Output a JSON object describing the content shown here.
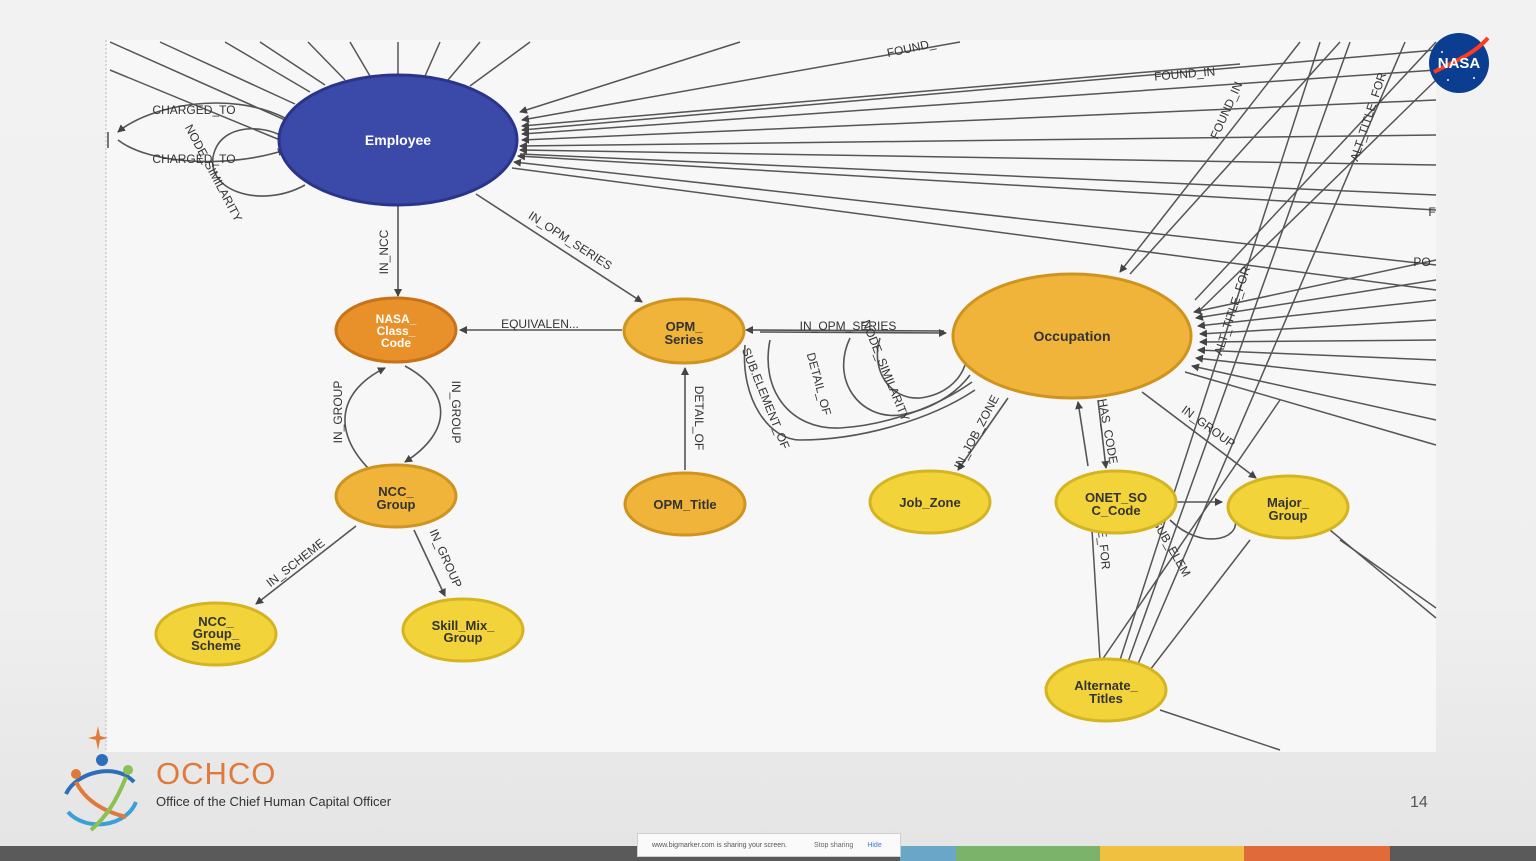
{
  "nodes": {
    "employee": "Employee",
    "nasa_class_code": [
      "NASA_",
      "Class_",
      "Code"
    ],
    "opm_series": [
      "OPM_",
      "Series"
    ],
    "occupation": "Occupation",
    "ncc_group": [
      "NCC_",
      "Group"
    ],
    "opm_title": "OPM_Title",
    "job_zone": "Job_Zone",
    "onet_soc_code": [
      "ONET_SO",
      "C_Code"
    ],
    "major_group": [
      "Major_",
      "Group"
    ],
    "ncc_group_scheme": [
      "NCC_",
      "Group_",
      "Scheme"
    ],
    "skill_mix_group": [
      "Skill_Mix_",
      "Group"
    ],
    "alternate_titles": [
      "Alternate_",
      "Titles"
    ]
  },
  "edges": {
    "charged_to_1": "CHARGED_TO",
    "charged_to_2": "CHARGED_TO",
    "node_similarity_emp": "NODE_SIMILARITY",
    "in_ncc": "IN_NCC",
    "in_opm_series_1": "IN_OPM_SERIES",
    "equivalent": "EQUIVALEN...",
    "in_opm_series_2": "IN_OPM_SERIES",
    "in_group_left": "IN_GROUP",
    "in_group_right": "IN_GROUP",
    "detail_of_title": "DETAIL_OF",
    "sub_element_of": "SUB.ELEMENT_OF",
    "detail_of_loop": "DETAIL_OF",
    "node_similarity_loop": "NODE_SIMILARITY",
    "in_job_zone": "IN_JOB_ZONE",
    "has_code": "HAS_CODE",
    "in_group_major": "IN_GROUP",
    "in_scheme": "IN_SCHEME",
    "in_group_skill": "IN_GROUP",
    "found_in_top": "FOUND_",
    "found_in_1": "FOUND_IN",
    "found_in_2": "FOUND_IN",
    "alt_title_for_1": "ALT_TITLE_FOR",
    "alt_title_for_2": "ALT_TITLE_FOR",
    "e_for": "E_FOR",
    "sub_elem_partial": "SUB_ELEM",
    "edge_po": "PO",
    "edge_f": "F"
  },
  "branding": {
    "nasa_logo_text": "NASA",
    "org_acronym": "OCHCO",
    "org_name": "Office of the Chief Human Capital Officer",
    "page_number": "14"
  },
  "share_bar": {
    "message": "www.bigmarker.com is sharing your screen.",
    "stop_label": "Stop sharing",
    "hide_label": "Hide"
  },
  "colors": {
    "employee_node": "#3b4aa8",
    "dark_orange_node": "#e8912a",
    "orange_node": "#f0b43a",
    "yellow_node": "#f2d43a",
    "edge": "#555555",
    "ochco_orange": "#e07a3a",
    "strip": [
      "#6aa6c8",
      "#7cb36a",
      "#f0c040",
      "#e06a3a",
      "#5a5a5a"
    ]
  }
}
